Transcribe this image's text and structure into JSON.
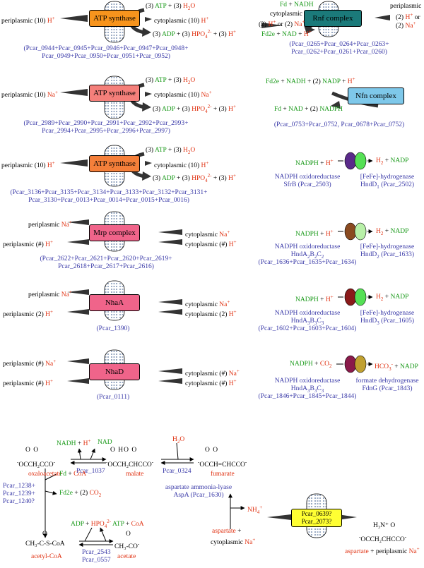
{
  "colors": {
    "atp1": "#f7941d",
    "atp2": "#f47f7a",
    "atp3": "#f47f3a",
    "mrp": "#f0648a",
    "nha": "#f0648a",
    "rnf": "#1b7a7a",
    "nfn": "#7ec8ea",
    "membrane_hatch": "#3a5a8a",
    "arrow": "#333333"
  },
  "atp1": {
    "label": "ATP synthase",
    "left": "periplasmic (10)",
    "left_ion": "H",
    "r1a": "(3)",
    "r1b": "ATP",
    "r1c": "+ (3)",
    "r1d": "H",
    "r1e": "O",
    "r2a": "cytoplasmic (10)",
    "r2b": "H",
    "r3a": "(3)",
    "r3b": "ADP",
    "r3c": "+ (3)",
    "r3d": "HPO",
    "r3e": "+ (3)",
    "r3f": "H",
    "genes_l1": "(Pcar_0944+Pcar_0945+Pcar_0946+Pcar_0947+Pcar_0948+",
    "genes_l2": "Pcar_0949+Pcar_0950+Pcar_0951+Pcar_0952)"
  },
  "atp2": {
    "label": "ATP synthase",
    "left": "periplasmic (10)",
    "left_ion": "Na",
    "r1a": "(3)",
    "r1b": "ATP",
    "r1c": "+ (3)",
    "r1d": "H",
    "r1e": "O",
    "r2a": "cytoplasmic (10)",
    "r2b": "Na",
    "r3a": "(3)",
    "r3b": "ADP",
    "r3c": "+ (3)",
    "r3d": "HPO",
    "r3e": "+ (3)",
    "r3f": "H",
    "genes_l1": "(Pcar_2989+Pcar_2990+Pcar_2991+Pcar_2992+Pcar_2993+",
    "genes_l2": "Pcar_2994+Pcar_2995+Pcar_2996+Pcar_2997)"
  },
  "atp3": {
    "label": "ATP synthase",
    "left": "periplasmic (10)",
    "left_ion": "H",
    "r1a": "(3)",
    "r1b": "ATP",
    "r1c": "+ (3)",
    "r1d": "H",
    "r1e": "O",
    "r2a": "cytoplasmic (10)",
    "r2b": "H",
    "r3a": "(3)",
    "r3b": "ADP",
    "r3c": "+ (3)",
    "r3d": "HPO",
    "r3e": "+ (3)",
    "r3f": "H",
    "genes_l1": "(Pcar_3136+Pcar_3135+Pcar_3134+Pcar_3133+Pcar_3132+Pcar_3131+",
    "genes_l2": "Pcar_3130+Pcar_0013+Pcar_0014+Pcar_0015+Pcar_0016)"
  },
  "mrp": {
    "label": "Mrp complex",
    "l1": "periplasmic",
    "l1i": "Na",
    "l2": "periplasmic (#)",
    "l2i": "H",
    "r1": "cytoplasmic",
    "r1i": "Na",
    "r2": "cytoplasmic (#)",
    "r2i": "H",
    "genes_l1": "(Pcar_2622+Pcar_2621+Pcar_2620+Pcar_2619+",
    "genes_l2": "Pcar_2618+Pcar_2617+Pcar_2616)"
  },
  "nhaa": {
    "label": "NhaA",
    "l1": "periplasmic",
    "l1i": "Na",
    "l2": "periplasmic (2)",
    "l2i": "H",
    "r1": "cytoplasmic",
    "r1i": "Na",
    "r2": "cytoplasmic (2)",
    "r2i": "H",
    "genes": "(Pcar_1390)"
  },
  "nhad": {
    "label": "NhaD",
    "l1": "periplasmic (#)",
    "l1i": "Na",
    "l2": "periplasmic (#)",
    "l2i": "H",
    "r1": "cytoplasmic (#)",
    "r1i": "Na",
    "r2": "cytoplasmic (#)",
    "r2i": "H",
    "genes": "(Pcar_0111)"
  },
  "rnf": {
    "label": "Rnf complex",
    "top_a": "Fd",
    "top_b": "+",
    "top_c": "NADH",
    "cyto1": "cytoplasmic",
    "cyto2a": "(2)",
    "cyto2b": "H",
    "cyto2c": "or (2)",
    "cyto2d": "Na",
    "peri1": "periplasmic",
    "peri2a": "(2)",
    "peri2b": "H",
    "peri2c": "or",
    "peri3a": "(2)",
    "peri3b": "Na",
    "bot_a": "Fd2e",
    "bot_b": "+",
    "bot_c": "NAD",
    "bot_d": "+",
    "bot_e": "H",
    "genes_l1": "(Pcar_0265+Pcar_0264+Pcar_0263+",
    "genes_l2": "Pcar_0262+Pcar_0261+Pcar_0260)"
  },
  "nfn": {
    "label": "Nfn complex",
    "top_a": "Fd2e",
    "top_b": "+",
    "top_c": "NADH",
    "top_d": "+ (2)",
    "top_e": "NADP",
    "top_f": "+",
    "top_g": "H",
    "bot_a": "Fd",
    "bot_b": "+",
    "bot_c": "NAD",
    "bot_d": "+ (2)",
    "bot_e": "NADPH",
    "genes": "(Pcar_0753+Pcar_0752, Pcar_0678+Pcar_0752)"
  },
  "hyd1": {
    "lhs_a": "NADPH",
    "lhs_b": "+",
    "lhs_c": "H",
    "rhs_a": "H",
    "rhs_b": "+",
    "rhs_c": "NADP",
    "e1a": "NADPH oxidoreductase",
    "e1b": "SfrB (Pcar_2503)",
    "e2a": "[FeFe]-hydrogenase",
    "e2b": "HndD",
    "e2b_sub": "1",
    "e2c": "(Pcar_2502)"
  },
  "hyd2": {
    "lhs_a": "NADPH",
    "lhs_b": "+",
    "lhs_c": "H",
    "rhs_a": "H",
    "rhs_b": "+",
    "rhs_c": "NADP",
    "e1a": "NADPH oxidoreductase",
    "e1b": "HndA",
    "e1b_s": "2",
    "e1b_2": "B",
    "e1b_s2": "2",
    "e1b_3": "C",
    "e1b_s3": "2",
    "e1c": "(Pcar_1636+Pcar_1635+Pcar_1634)",
    "e2a": "[FeFe]-hydrogenase",
    "e2b": "HndD",
    "e2b_sub": "2",
    "e2c": "(Pcar_1633)"
  },
  "hyd3": {
    "lhs_a": "NADPH",
    "lhs_b": "+",
    "lhs_c": "H",
    "rhs_a": "H",
    "rhs_b": "+",
    "rhs_c": "NADP",
    "e1a": "NADPH oxidoreductase",
    "e1b": "HndA",
    "e1b_s": "3",
    "e1b_2": "B",
    "e1b_s2": "3",
    "e1b_3": "C",
    "e1b_s3": "3",
    "e1c": "(Pcar_1602+Pcar_1603+Pcar_1604)",
    "e2a": "[FeFe]-hydrogenase",
    "e2b": "HndD",
    "e2b_sub": "3",
    "e2c": "(Pcar_1605)"
  },
  "fdh": {
    "lhs_a": "NADPH",
    "lhs_b": "+",
    "lhs_c": "CO",
    "rhs_a": "HCO",
    "rhs_b": "+",
    "rhs_c": "NADP",
    "e1a": "NADPH oxidoreductase",
    "e1b": "HndA",
    "e1b_s": "3",
    "e1b_2": "B",
    "e1b_s2": "3",
    "e1b_3": "C",
    "e1b_s3": "3",
    "e1c": "(Pcar_1846+Pcar_1845+Pcar_1844)",
    "e2a": "formate dehydrogenase",
    "e2b": "FdnG (Pcar_1843)"
  },
  "metab": {
    "nadh": "NADH",
    "plus1": "+",
    "hplus": "H",
    "nad": "NAD",
    "pcar_1037": "Pcar_1037",
    "h2o_a": "H",
    "h2o_b": "O",
    "pcar_0324": "Pcar_0324",
    "oxaloacetate": "oxaloacetate",
    "malate": "malate",
    "fumarate": "fumarate",
    "oaa_formula": "OCCH₂CCO",
    "mal_formula": "OCCH₂CHCCO",
    "fum_formula": "OCCH=CHCCO",
    "oaa_o": "O  O",
    "mal_ho": "O  HO  O",
    "fum_o": "O          O",
    "pfor1": "Pcar_1238+",
    "pfor2": "Pcar_1239+",
    "pfor3": "Pcar_1240?",
    "fd": "Fd",
    "plusc": "+",
    "coa": "CoA",
    "fd2e": "Fd2e",
    "plus2co2": "+ (2)",
    "co2": "CO",
    "adp": "ADP",
    "pplus": "+",
    "hpo": "HPO",
    "atp": "ATP",
    "aplus": "+",
    "coa2": "CoA",
    "acetylcoa_f": "CH₃-C-S-CoA",
    "acetate_f": "CH₃-CO",
    "acetylcoa": "acetyl-CoA",
    "acetate": "acetate",
    "pcar_2543": "Pcar_2543",
    "pcar_0557": "Pcar_0557",
    "aal1": "aspartate ammonia-lyase",
    "aal2": "AspA (Pcar_1630)",
    "nh4": "NH",
    "aspartate": "aspartate",
    "plus_asp": "+",
    "cyto_na": "cytoplasmic",
    "na": "Na",
    "transp1": "Pcar_0639?",
    "transp2": "Pcar_2073?",
    "asp_formula": "OCCH₂CHCCO",
    "asp_top": "H₃N⁺  O",
    "asp_r": "aspartate",
    "asp_plus": "+ periplasmic",
    "asp_na": "Na"
  }
}
